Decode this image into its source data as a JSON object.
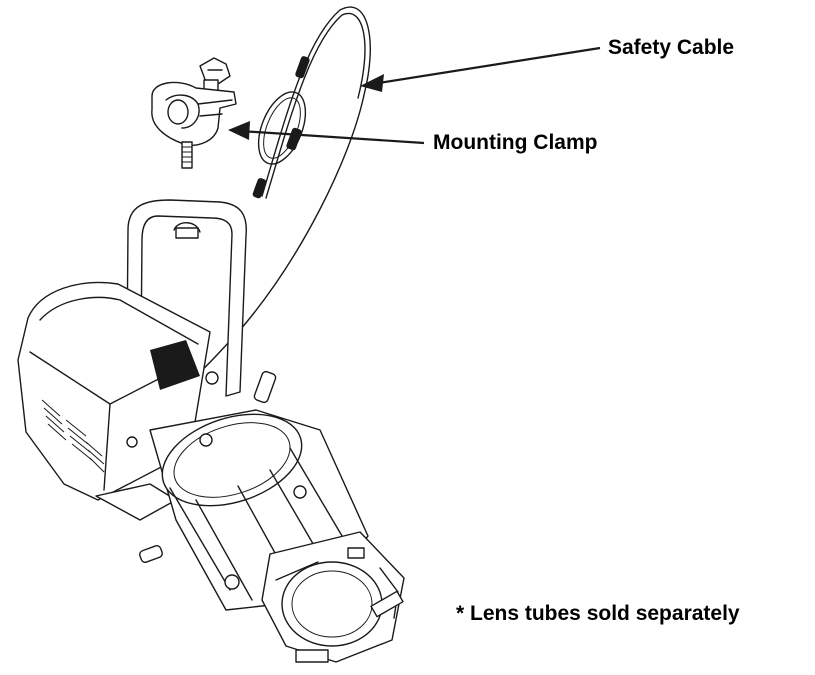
{
  "labels": {
    "safety_cable": "Safety Cable",
    "mounting_clamp": "Mounting Clamp",
    "lens_note": "* Lens tubes sold separately"
  },
  "colors": {
    "ink": "#1a1a1a",
    "background": "#ffffff"
  }
}
